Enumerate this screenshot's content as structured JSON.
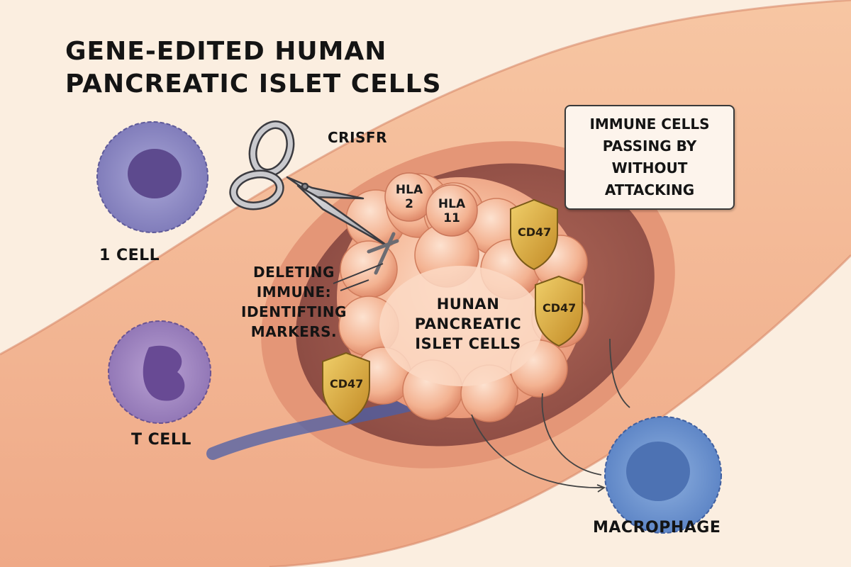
{
  "title": {
    "line1": "GENE-EDITED HUMAN",
    "line2": "PANCREATIC ISLET CELLS"
  },
  "tool": {
    "label": "CRISFR",
    "icon": "scissors-icon"
  },
  "hla_markers": [
    {
      "line1": "HLA",
      "line2": "2"
    },
    {
      "line1": "HLA",
      "line2": "11"
    }
  ],
  "deleting_label": {
    "line1": "DELETING",
    "line2": "IMMUNE:",
    "line3": "IDENTIFTING",
    "line4": "MARKERS."
  },
  "islet_label": {
    "line1": "HUNAN",
    "line2": "PANCREATIC",
    "line3": "ISLET CELLS"
  },
  "cd47_shields": [
    {
      "label": "CD47"
    },
    {
      "label": "CD47"
    },
    {
      "label": "CD47"
    }
  ],
  "callout": {
    "line1": "IMMUNE CELLS",
    "line2": "PASSING BY",
    "line3": "WITHOUT",
    "line4": "ATTACKING"
  },
  "immune_cells": [
    {
      "label": "1 CELL",
      "color": "#8a86c4"
    },
    {
      "label": "T CELL",
      "color": "#9b82bd"
    },
    {
      "label": "MACROPHAGE",
      "color": "#6f95cf"
    }
  ],
  "colors": {
    "background": "#fbeee0",
    "tissue": "#f1b48f",
    "islet": "#f5b899",
    "shield": "#d9a93c",
    "vessel": "#4a5fa8"
  }
}
